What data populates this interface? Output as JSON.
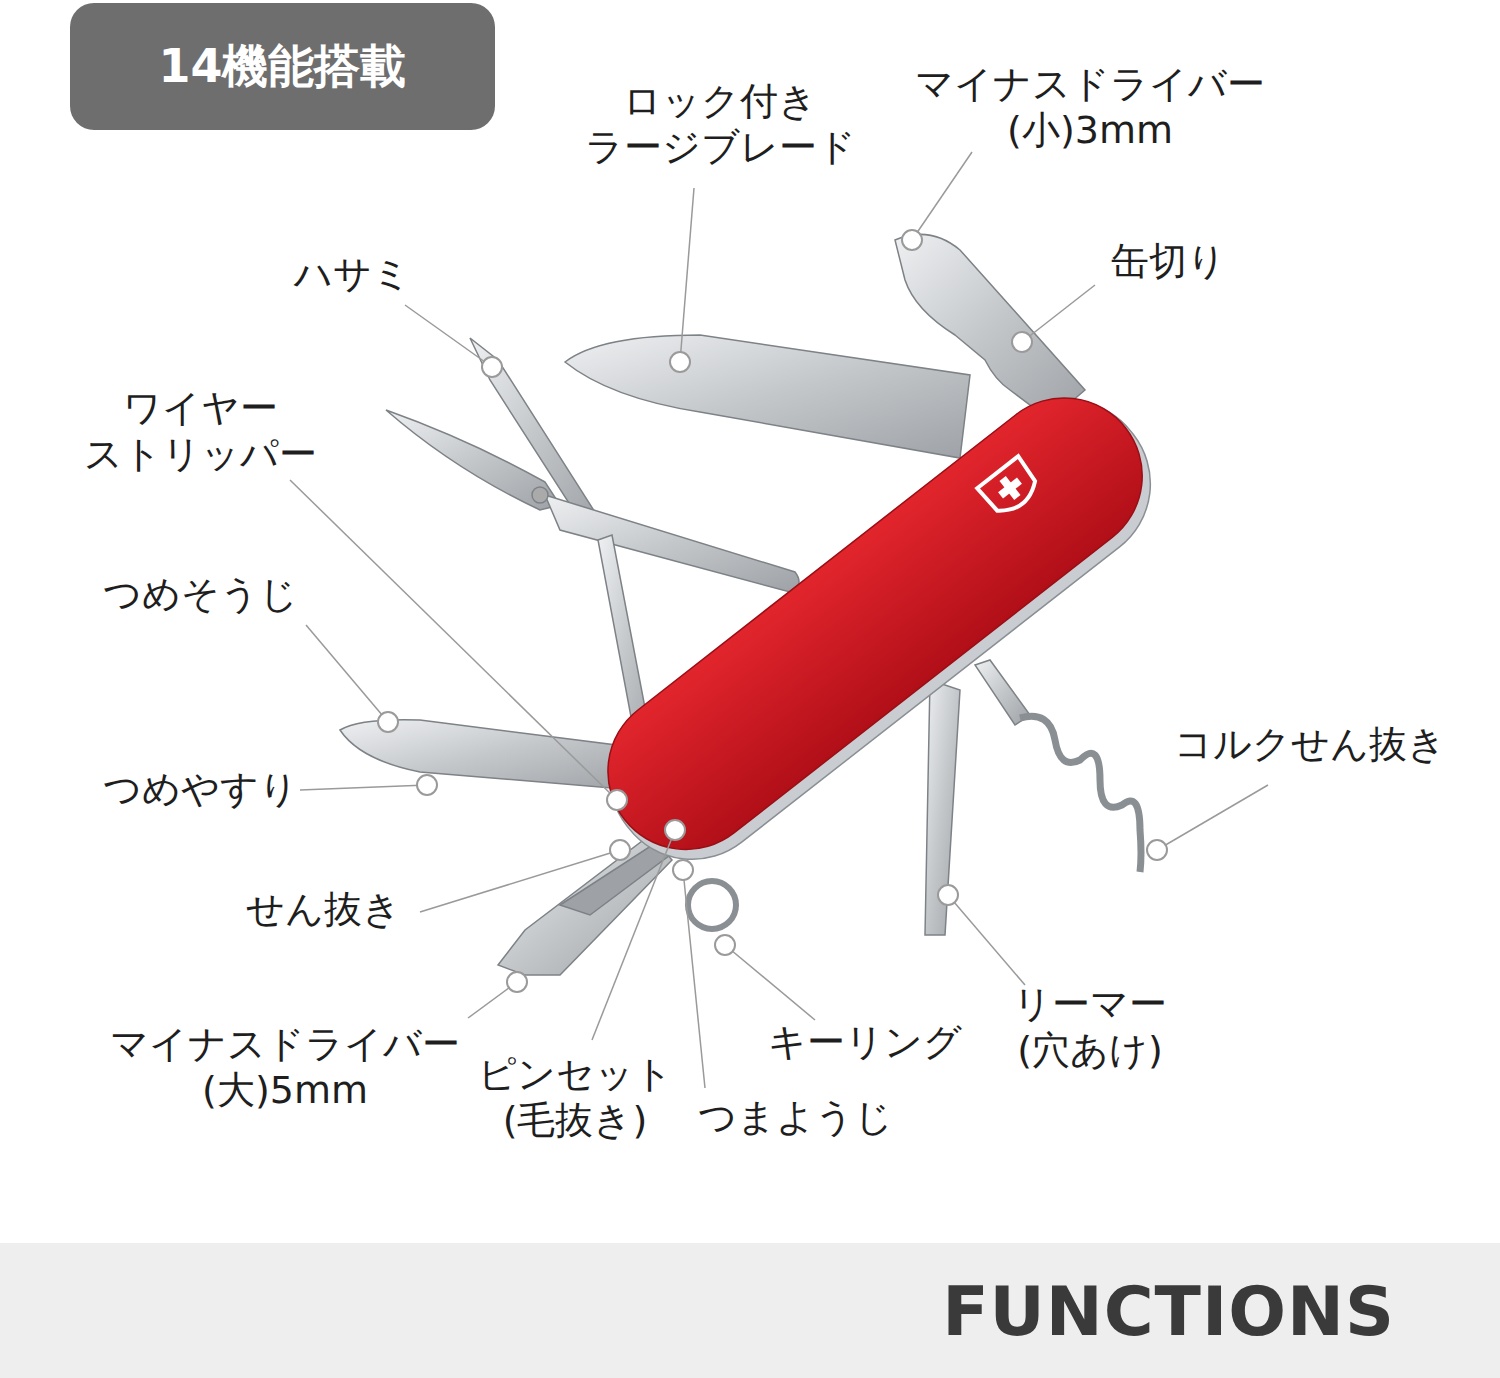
{
  "diagram": {
    "nodes": [
      {
        "text": [
          "14機能搭載"
        ]
      },
      {
        "text": [
          "FUNCTIONS"
        ]
      }
    ],
    "labels": [
      "ロック付き ラージブレード",
      "マイナスドライバー (小)3mm",
      "ハサミ",
      "缶切り",
      "ワイヤー ストリッパー",
      "つめそうじ",
      "コルクせん抜き",
      "つめやすり",
      "せん抜き",
      "リーマー (穴あけ)",
      "キーリング",
      "マイナスドライバー (大)5mm",
      "ピンセット (毛抜き)",
      "つまようじ"
    ]
  }
}
